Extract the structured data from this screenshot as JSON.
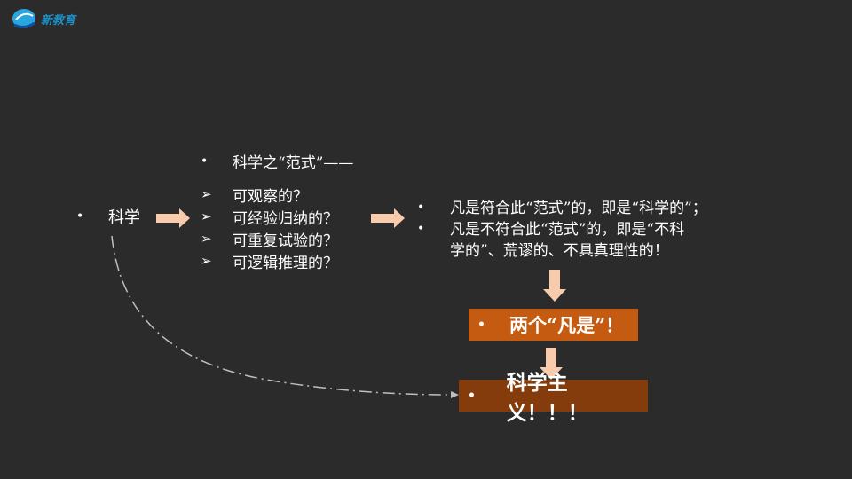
{
  "logo": {
    "text": "新教育"
  },
  "left": {
    "label": "科学"
  },
  "paradigm": {
    "title": "科学之“范式”——",
    "items": [
      "可观察的？",
      "可经验归纳的？",
      "可重复试验的？",
      "可逻辑推理的？"
    ]
  },
  "conclusions": {
    "line1": "凡是符合此“范式”的，即是“科学的”；",
    "line2a": "凡是不符合此“范式”的，即是“不科",
    "line2b": "学的”、荒谬的、不具真理性的！"
  },
  "box1": {
    "text": "两个“凡是”！",
    "color": "#c55a11"
  },
  "box2": {
    "text": "科学主义！！！",
    "color": "#843c0c"
  },
  "colors": {
    "background": "#2b2b2b",
    "arrow": "#f8cbad",
    "dashed_line": "#bfbfbf"
  }
}
